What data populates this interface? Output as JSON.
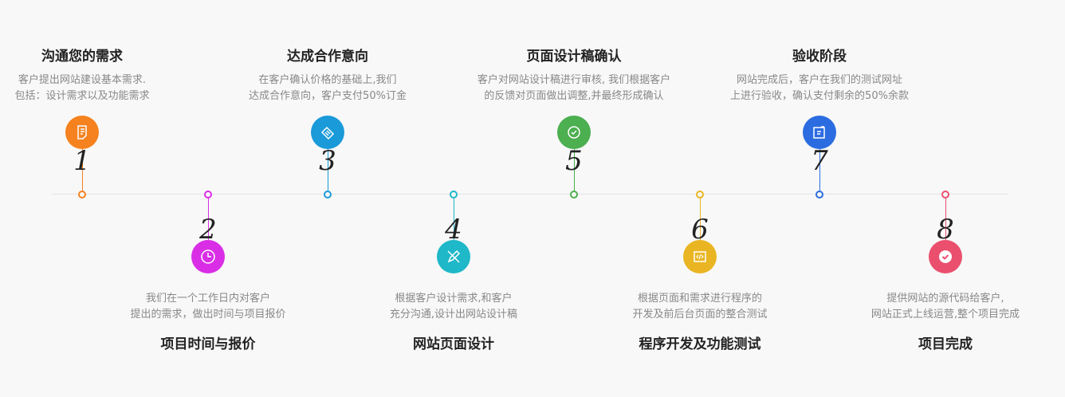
{
  "steps": [
    {
      "num": "1",
      "title": "沟通您的需求",
      "desc": [
        "客户提出网站建设基本需求.",
        "包括：设计需求以及功能需求"
      ],
      "icon": "document-icon",
      "color": "#f5821f"
    },
    {
      "num": "2",
      "title": "项目时间与报价",
      "desc": [
        "我们在一个工作日内对客户",
        "提出的需求，做出时间与项目报价"
      ],
      "icon": "clock-icon",
      "color": "#d92ee6"
    },
    {
      "num": "3",
      "title": "达成合作意向",
      "desc": [
        "在客户确认价格的基础上,我们",
        "达成合作意向，客户支付50%订金"
      ],
      "icon": "handshake-icon",
      "color": "#1a9ad9"
    },
    {
      "num": "4",
      "title": "网站页面设计",
      "desc": [
        "根据客户设计需求,和客户",
        "充分沟通,设计出网站设计稿"
      ],
      "icon": "pencil-ruler-icon",
      "color": "#1eb8c8"
    },
    {
      "num": "5",
      "title": "页面设计稿确认",
      "desc": [
        "客户对网站设计稿进行审核, 我们根据客户",
        "的反馈对页面做出调整,并最终形成确认"
      ],
      "icon": "check-circle-icon",
      "color": "#4caf50"
    },
    {
      "num": "6",
      "title": "程序开发及功能测试",
      "desc": [
        "根据页面和需求进行程序的",
        "开发及前后台页面的整合测试"
      ],
      "icon": "code-icon",
      "color": "#eab522"
    },
    {
      "num": "7",
      "title": "验收阶段",
      "desc": [
        "网站完成后，客户在我们的测试网址",
        "上进行验收，确认支付剩余的50%余款"
      ],
      "icon": "edit-icon",
      "color": "#2b6de0"
    },
    {
      "num": "8",
      "title": "项目完成",
      "desc": [
        "提供网站的源代码给客户,",
        "网站正式上线运营,整个项目完成"
      ],
      "icon": "check-badge-icon",
      "color": "#ea4f6e"
    }
  ]
}
